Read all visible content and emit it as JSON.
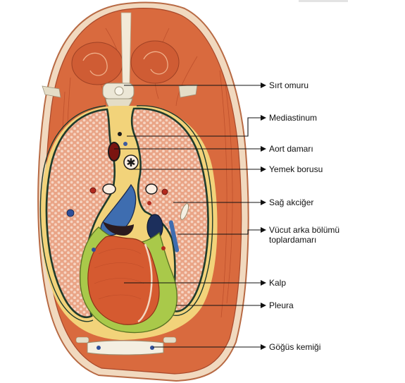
{
  "colors": {
    "muscle": "#d96a3e",
    "muscle_dark": "#b84a28",
    "fat": "#f2d37a",
    "lung": "#e9a486",
    "lung_outline": "#1f3b2c",
    "heart": "#d55a30",
    "pericardium": "#a9c94a",
    "bone": "#e9e5d8",
    "line": "#111111"
  },
  "labels": [
    {
      "id": "spine",
      "text": "Sırt omuru"
    },
    {
      "id": "mediastinum",
      "text": "Mediastinum"
    },
    {
      "id": "aorta",
      "text": "Aort damarı"
    },
    {
      "id": "esophagus",
      "text": "Yemek borusu"
    },
    {
      "id": "right-lung",
      "text": "Sağ akciğer"
    },
    {
      "id": "vena-cava",
      "text": "Vücut arka bölümü toplardamarı"
    },
    {
      "id": "heart",
      "text": "Kalp"
    },
    {
      "id": "pleura",
      "text": "Pleura"
    },
    {
      "id": "sternum",
      "text": "Göğüs kemiği"
    }
  ]
}
